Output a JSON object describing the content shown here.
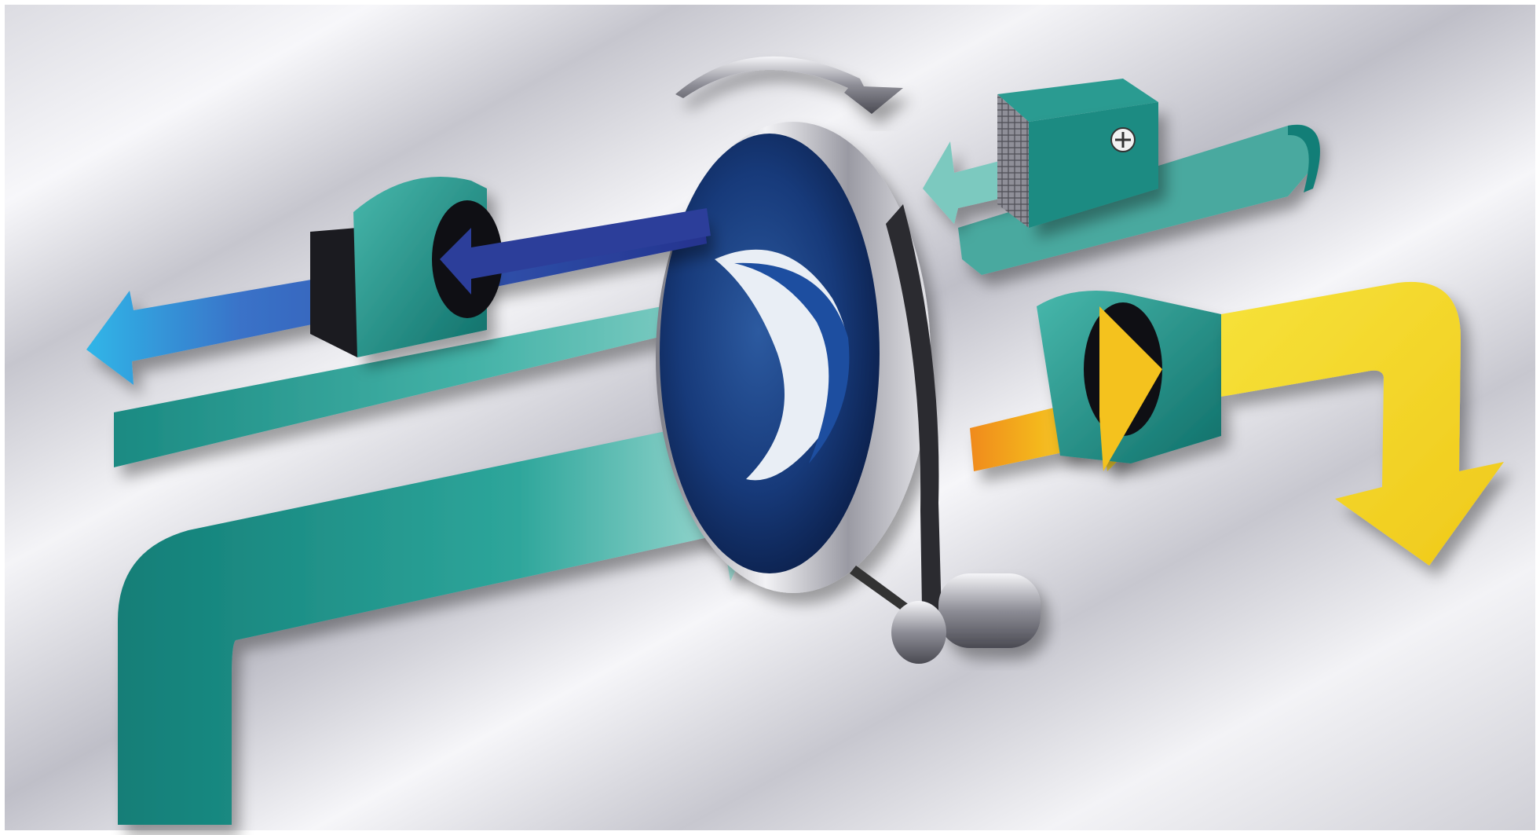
{
  "diagram": {
    "kind": "desiccant-wheel air handling illustration",
    "labels": [],
    "components": {
      "heater": {
        "symbol": "+",
        "icon": "plus-icon"
      },
      "rotation_arrow": {
        "icon": "rotate-clockwise-icon"
      },
      "drive_motor": {
        "icon": "motor-icon"
      }
    },
    "streams": [
      {
        "name": "",
        "role": "process-air-inlet",
        "color": "#1d8f86"
      },
      {
        "name": "",
        "role": "dry-air-out",
        "color": "#2c3e9a"
      },
      {
        "name": "",
        "role": "supply-air",
        "color": "#e9c416"
      },
      {
        "name": "",
        "role": "reactivation-loop",
        "color": "#7cc9bf"
      },
      {
        "name": "",
        "role": "warm-air",
        "color": "#f08a1c"
      }
    ]
  },
  "colors": {
    "background_light": "#f2f2f6",
    "background_mid": "#c9c9d1",
    "teal_dark": "#127e77",
    "teal_light": "#9ed9d1",
    "navy": "#162c62",
    "blue_arrow": "#2c3e9a",
    "cyan_tip": "#2fb6e8",
    "yellow": "#f4dc2a",
    "orange": "#f08a1c",
    "metal": "#bcbcc4"
  }
}
